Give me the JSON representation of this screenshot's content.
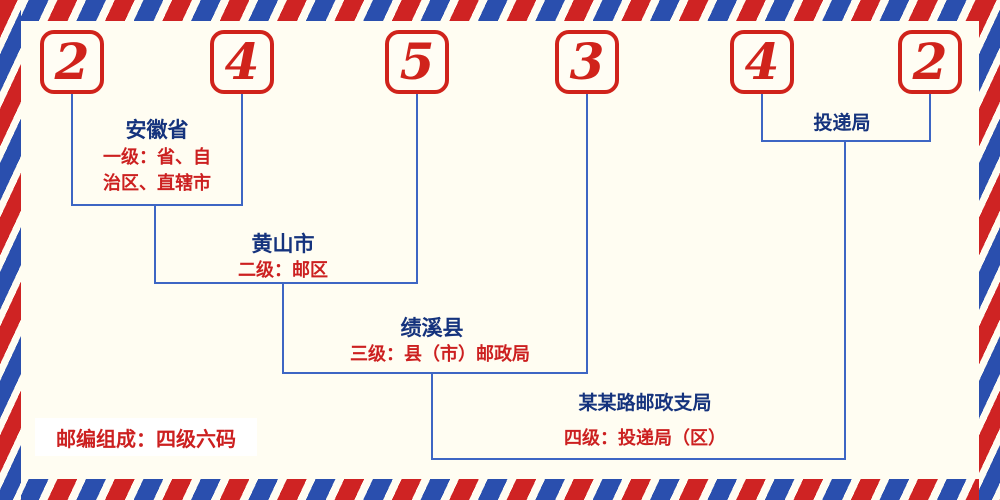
{
  "digits": [
    "2",
    "4",
    "5",
    "3",
    "4",
    "2"
  ],
  "levels": [
    {
      "title": "安徽省",
      "desc": "一级：省、自治区、直辖市"
    },
    {
      "title": "黄山市",
      "desc": "二级：邮区"
    },
    {
      "title": "绩溪县",
      "desc": "三级：县（市）邮政局"
    },
    {
      "title": "某某路邮政支局",
      "desc": "四级：投递局（区）"
    }
  ],
  "delivery_label": "投递局",
  "footer_note": "邮编组成：四级六码",
  "colors": {
    "digit_red": "#d0231b",
    "text_blue": "#15337d",
    "text_red": "#cc2020",
    "line_blue": "#3d66c4",
    "background": "#fffdf2",
    "stripe_red": "#cf2323",
    "stripe_blue": "#2a4fae"
  }
}
